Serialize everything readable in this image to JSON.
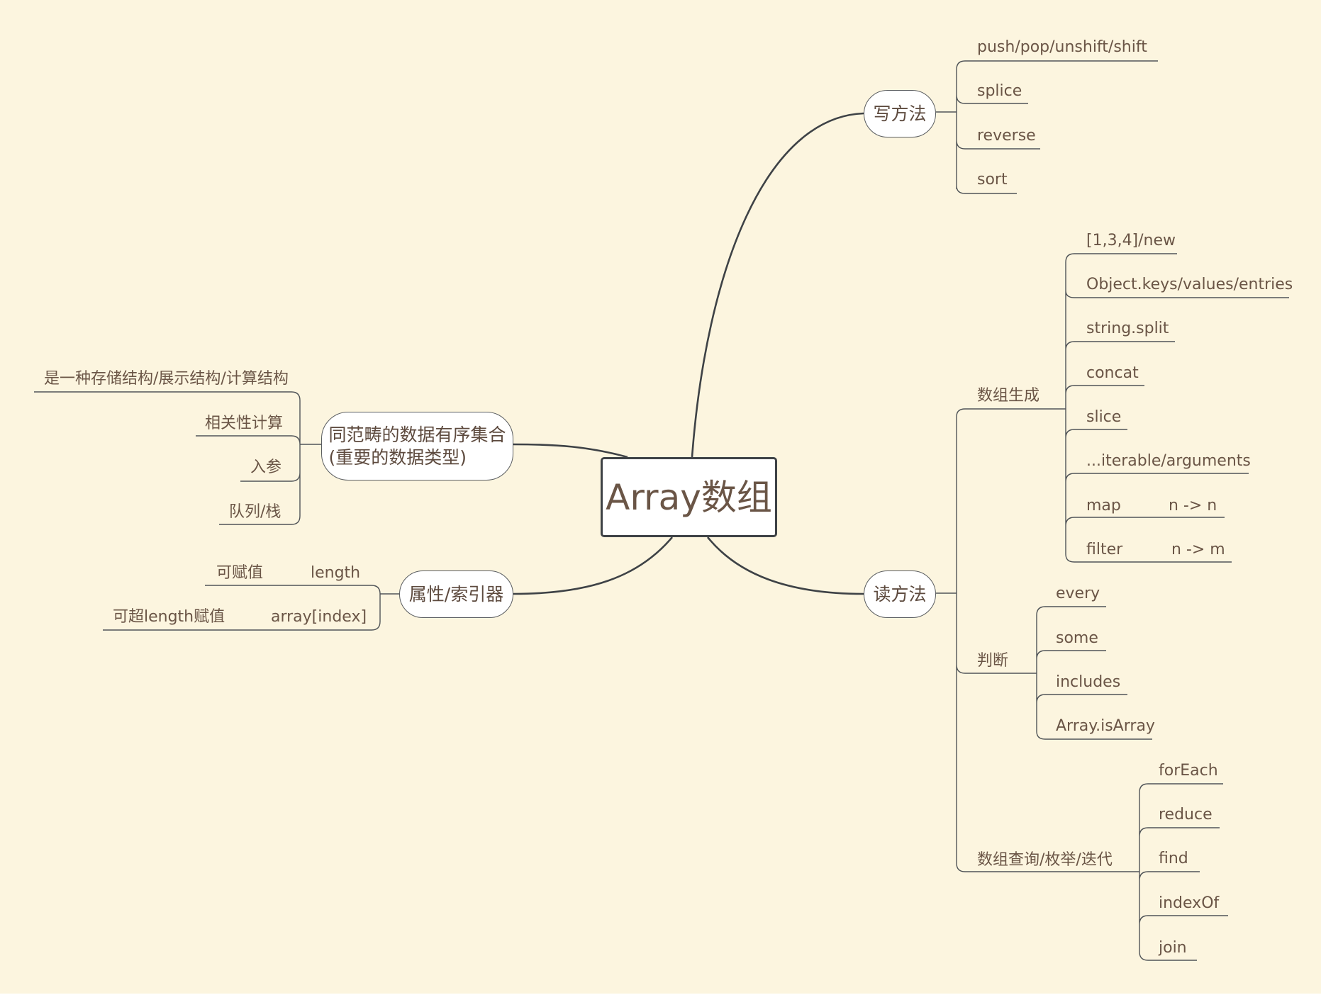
{
  "colors": {
    "background": "#fcf5df",
    "text": "#6a5546",
    "line": "#3e4246",
    "node_fill": "#ffffff"
  },
  "root": {
    "label": "Array数组"
  },
  "branches": {
    "write": {
      "label": "写方法",
      "items": [
        "push/pop/unshift/shift",
        "splice",
        "reverse",
        "sort"
      ]
    },
    "read": {
      "label": "读方法",
      "generate": {
        "label": "数组生成",
        "items": [
          "[1,3,4]/new",
          "Object.keys/values/entries",
          "string.split",
          "concat",
          "slice",
          "...iterable/arguments",
          "map",
          "filter"
        ],
        "notes": {
          "map": "n -> n",
          "filter": "n -> m"
        }
      },
      "judge": {
        "label": "判断",
        "items": [
          "every",
          "some",
          "includes",
          "Array.isArray"
        ]
      },
      "query": {
        "label": "数组查询/枚举/迭代",
        "items": [
          "forEach",
          "reduce",
          "find",
          "indexOf",
          "join"
        ]
      }
    },
    "concept": {
      "line1": "同范畴的数据有序集合",
      "line2": "(重要的数据类型)",
      "items": [
        "是一种存储结构/展示结构/计算结构",
        "相关性计算",
        "入参",
        "队列/栈"
      ]
    },
    "props": {
      "label": "属性/索引器",
      "items": [
        {
          "name": "length",
          "note": "可赋值"
        },
        {
          "name": "array[index]",
          "note": "可超length赋值"
        }
      ]
    }
  }
}
